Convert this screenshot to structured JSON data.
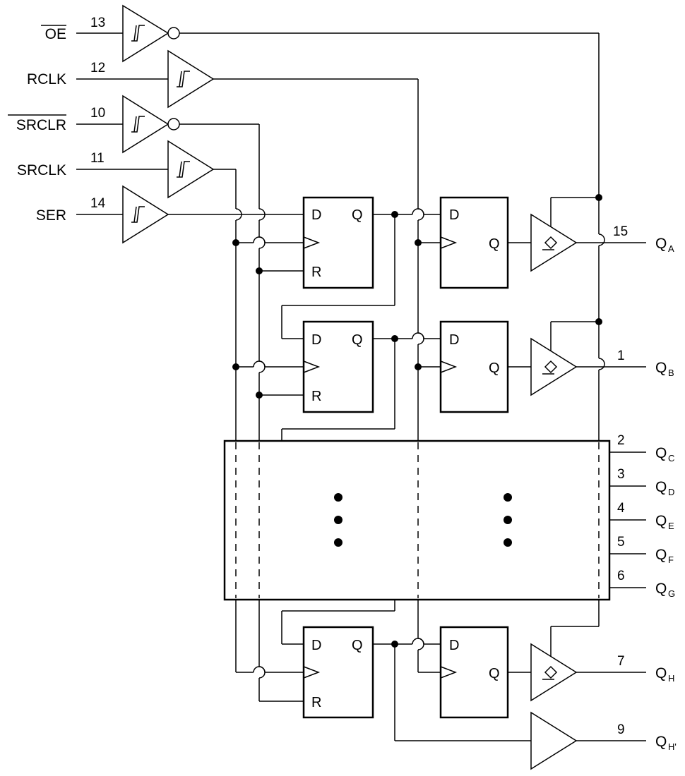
{
  "inputs": [
    {
      "name": "OE",
      "pin": "13",
      "overbar": true
    },
    {
      "name": "RCLK",
      "pin": "12",
      "overbar": false
    },
    {
      "name": "SRCLR",
      "pin": "10",
      "overbar": true
    },
    {
      "name": "SRCLK",
      "pin": "11",
      "overbar": false
    },
    {
      "name": "SER",
      "pin": "14",
      "overbar": false
    }
  ],
  "outputs": [
    {
      "base": "Q",
      "sub": "A",
      "pin": "15"
    },
    {
      "base": "Q",
      "sub": "B",
      "pin": "1"
    },
    {
      "base": "Q",
      "sub": "C",
      "pin": "2"
    },
    {
      "base": "Q",
      "sub": "D",
      "pin": "3"
    },
    {
      "base": "Q",
      "sub": "E",
      "pin": "4"
    },
    {
      "base": "Q",
      "sub": "F",
      "pin": "5"
    },
    {
      "base": "Q",
      "sub": "G",
      "pin": "6"
    },
    {
      "base": "Q",
      "sub": "H",
      "pin": "7"
    },
    {
      "base": "Q",
      "sub": "H'",
      "pin": "9"
    }
  ],
  "flipflop": {
    "d": "D",
    "q": "Q",
    "r": "R"
  }
}
